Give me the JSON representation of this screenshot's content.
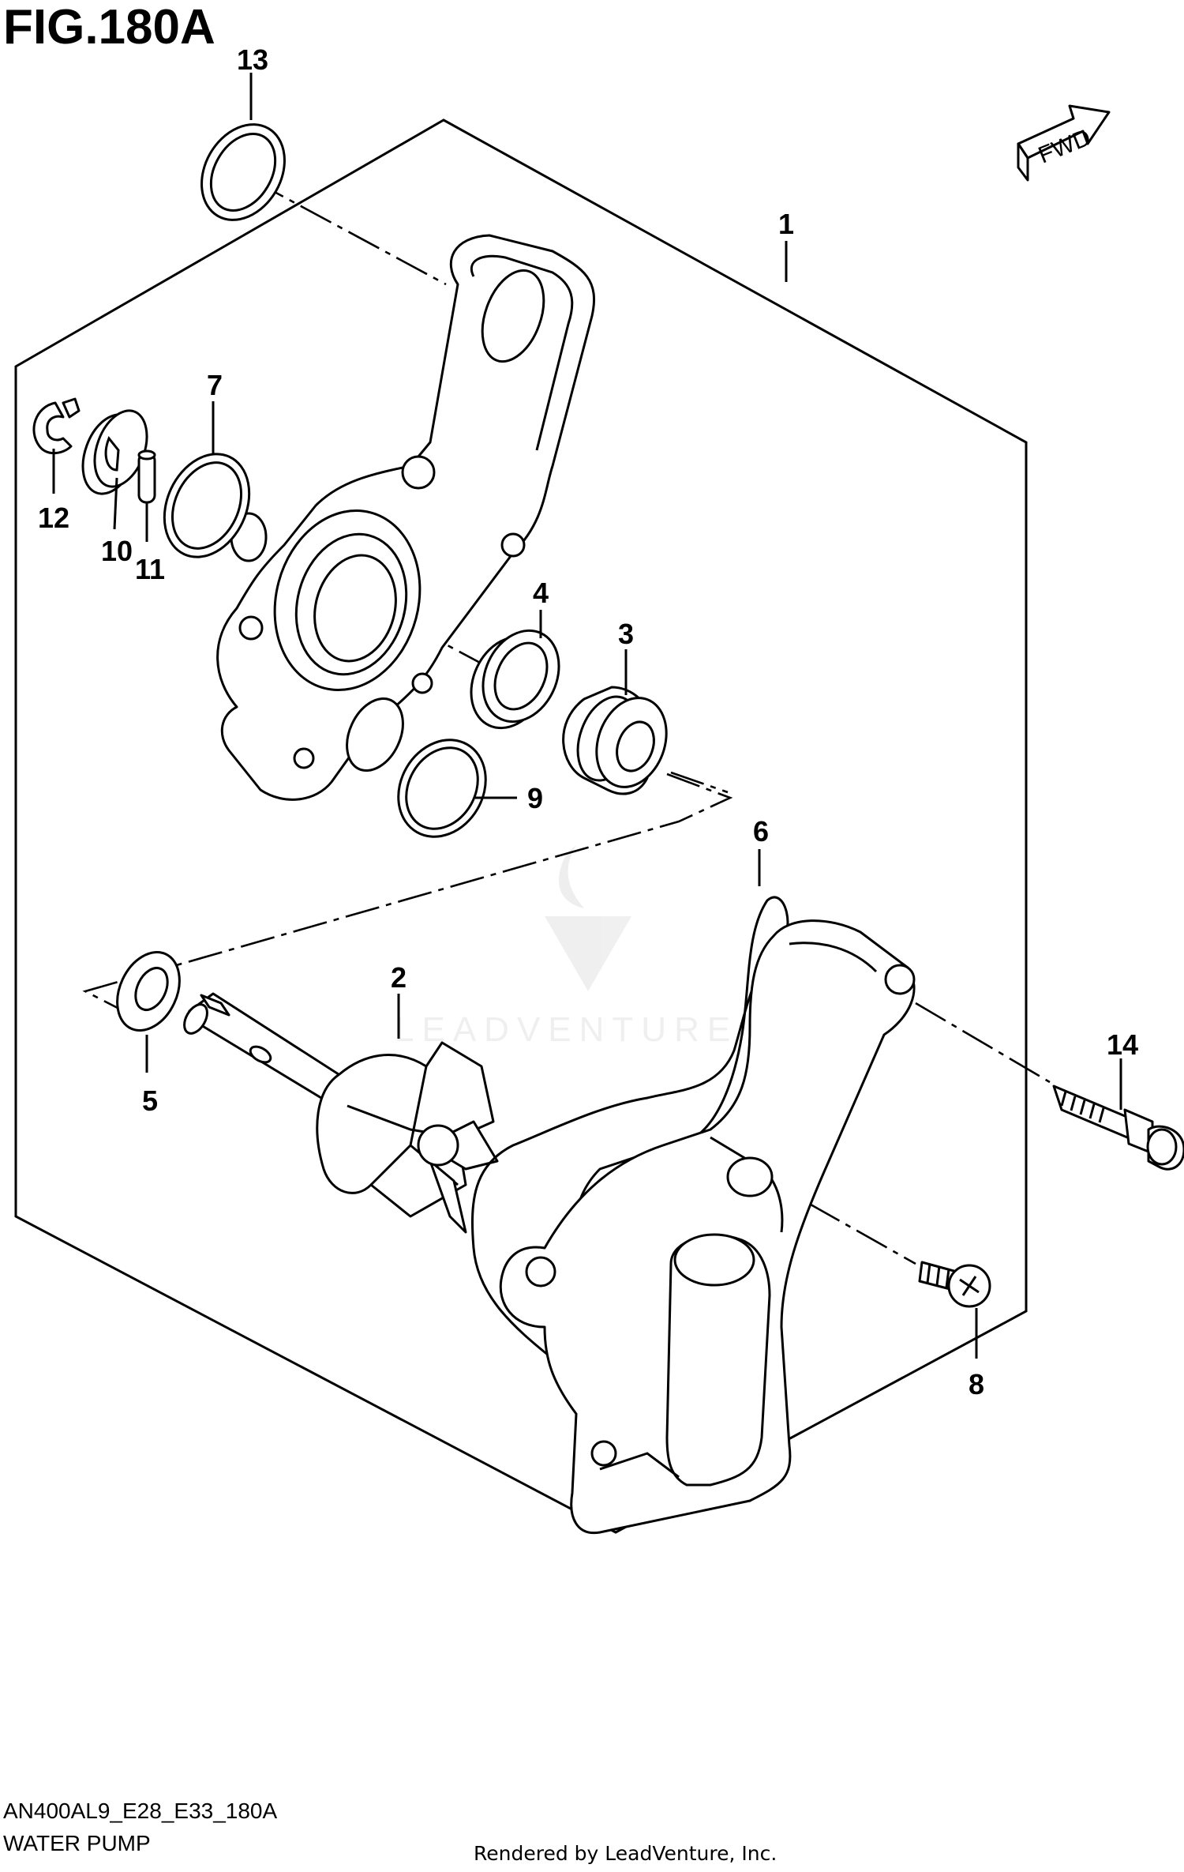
{
  "figure": {
    "title": "FIG.180A",
    "code": "AN400AL9_E28_E33_180A",
    "name": "WATER PUMP"
  },
  "direction_label": "FWD",
  "watermark": "LEADVENTURE",
  "render_credit": "Rendered by LeadVenture, Inc.",
  "callouts": [
    "1",
    "2",
    "3",
    "4",
    "5",
    "6",
    "7",
    "8",
    "9",
    "10",
    "11",
    "12",
    "13",
    "14"
  ],
  "colors": {
    "line": "#000000",
    "background": "#ffffff",
    "watermark": "#cfcfcf"
  }
}
